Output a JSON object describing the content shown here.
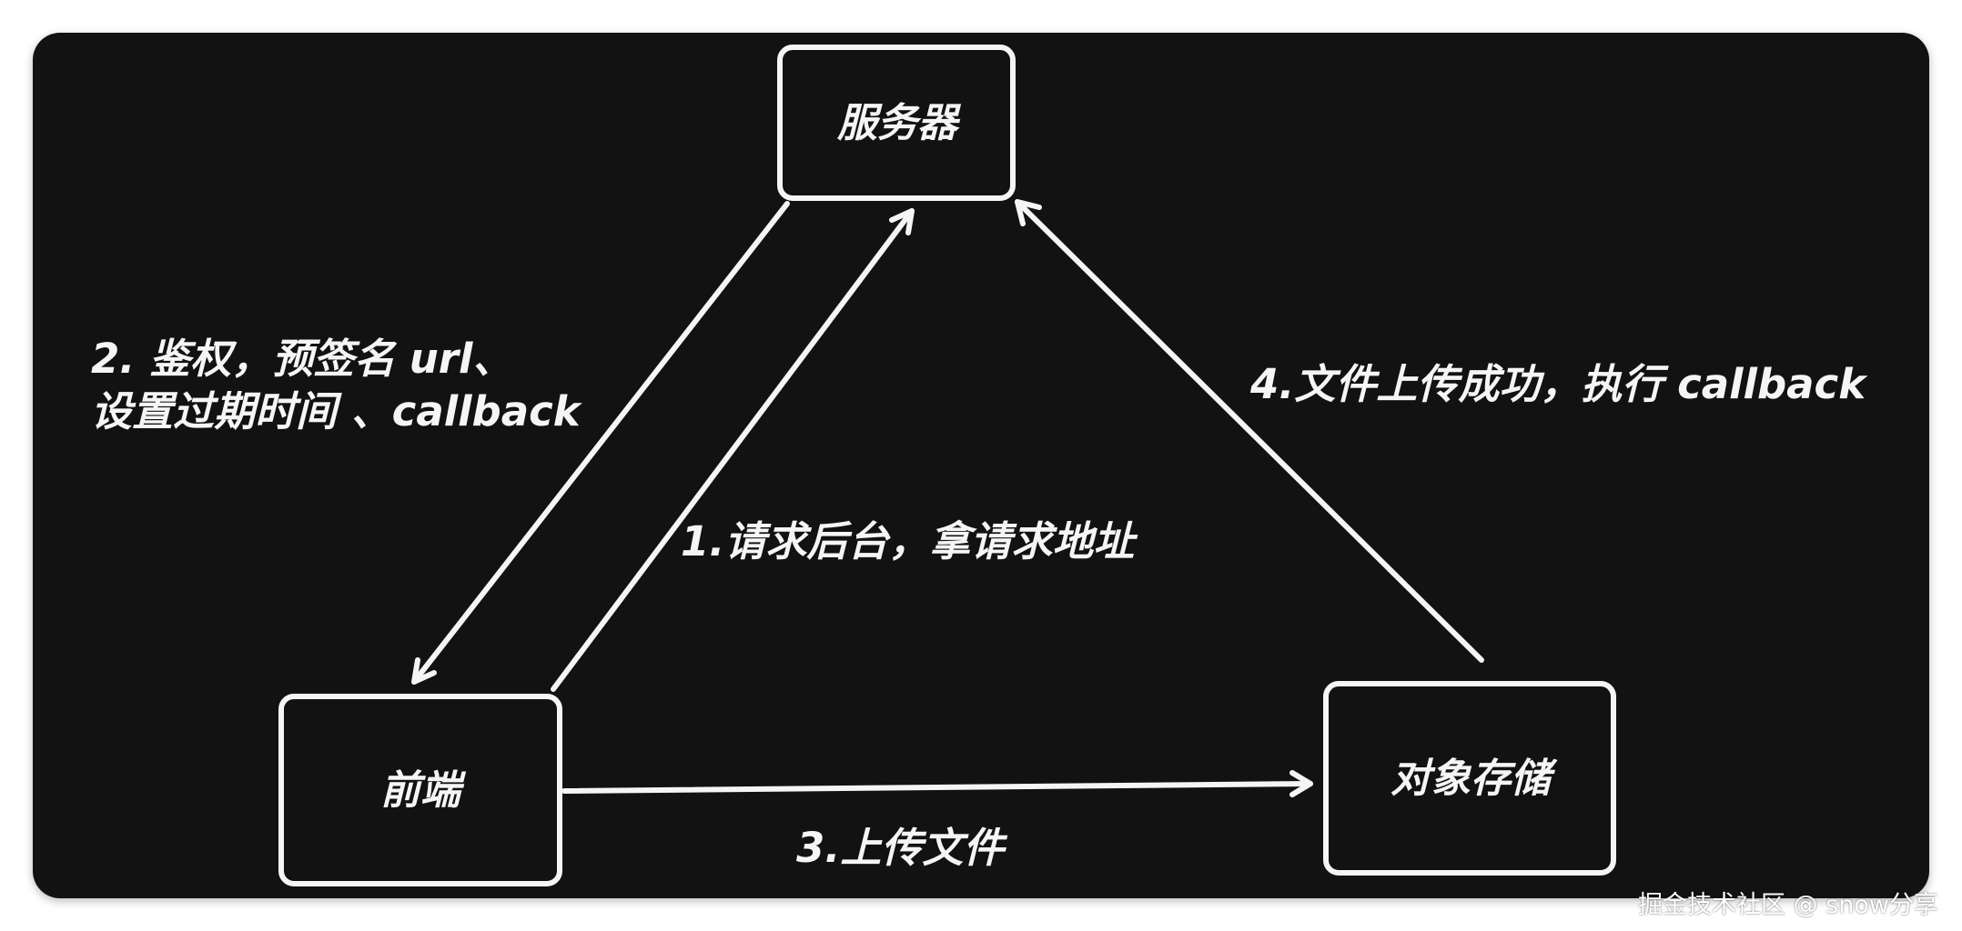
{
  "nodes": {
    "server": "服务器",
    "frontend": "前端",
    "storage": "对象存储"
  },
  "edges": {
    "request_backend": "1.请求后台，拿请求地址",
    "auth_line1": "2. 鉴权，预签名 url、",
    "auth_line2": "设置过期时间 、callback",
    "upload": "3.上传文件",
    "callback": "4.文件上传成功，执行 callback"
  },
  "watermark": "掘金技术社区 @ snow分享",
  "colors": {
    "background": "#121212",
    "stroke": "#f5f5f5",
    "page": "#ffffff"
  }
}
